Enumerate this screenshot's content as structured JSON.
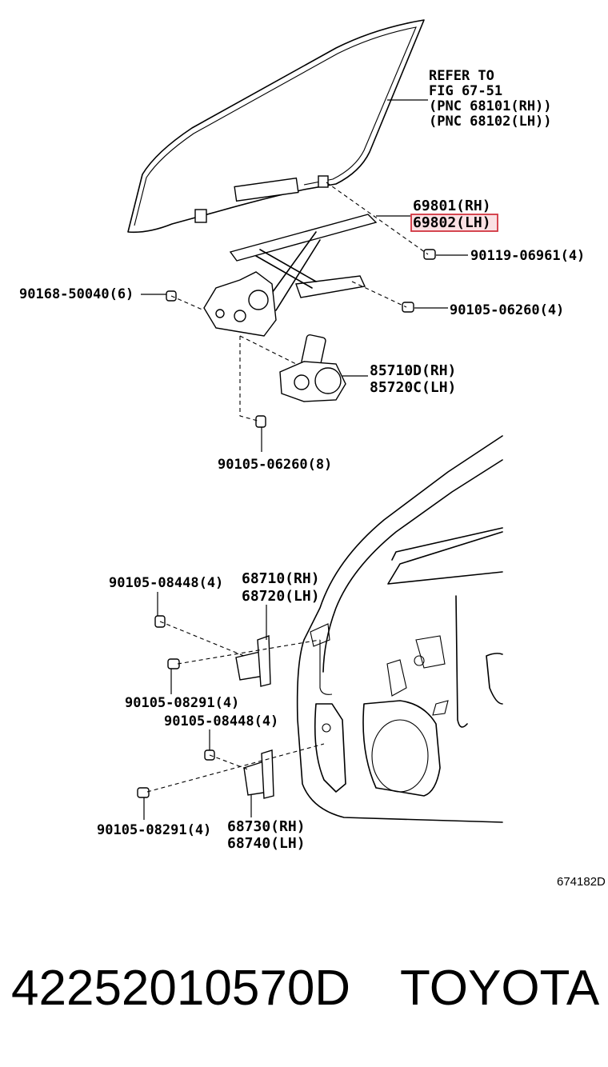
{
  "refer": {
    "line1": "REFER TO",
    "line2": "FIG 67-51",
    "line3": "(PNC 68101(RH))",
    "line4": "(PNC 68102(LH))"
  },
  "parts": {
    "p69801": "69801(RH)",
    "p69802": "69802(LH)",
    "p90119": "90119-06961(4)",
    "p90168": "90168-50040(6)",
    "p90105_06260_4": "90105-06260(4)",
    "p85710": "85710D(RH)",
    "p85720": "85720C(LH)",
    "p90105_06260_8": "90105-06260(8)",
    "p90105_08448_a": "90105-08448(4)",
    "p68710": "68710(RH)",
    "p68720": "68720(LH)",
    "p90105_08291_a": "90105-08291(4)",
    "p90105_08448_b": "90105-08448(4)",
    "p90105_08291_b": "90105-08291(4)",
    "p68730": "68730(RH)",
    "p68740": "68740(LH)"
  },
  "highlight_color": "#d1343f",
  "diagram_code": "674182D",
  "footer": {
    "part_number": "42252010570D",
    "brand": "TOYOTA"
  }
}
